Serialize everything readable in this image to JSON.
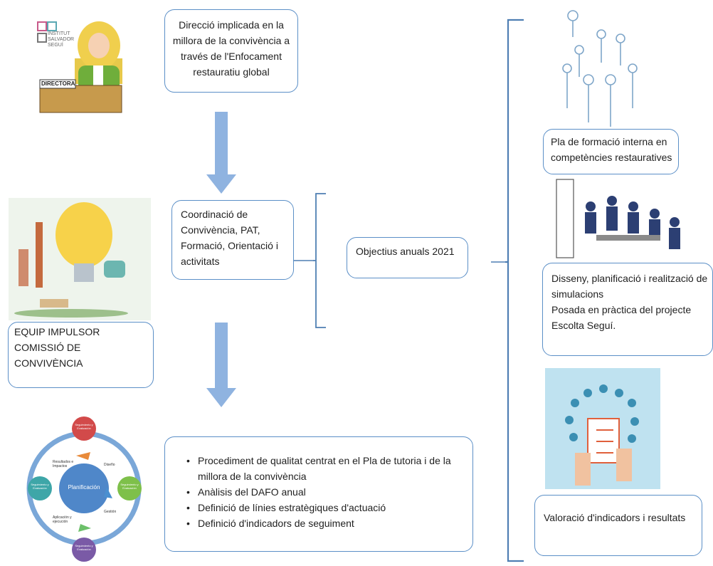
{
  "colors": {
    "box_border": "#5b8fc7",
    "arrow": "#8fb3e0",
    "brace": "#4f7fb3"
  },
  "logo": {
    "lines": [
      "INSTITUT",
      "SALVADOR",
      "SEGUÍ"
    ]
  },
  "director_sign": "DIRECTORA",
  "boxes": {
    "direccio": [
      "Direcció implicada en la",
      "millora de la convivència a",
      "través de l'Enfocament",
      "restauratiu global"
    ],
    "coordinacio": [
      "Coordinació de",
      "Convivència, PAT,",
      "Formació, Orientació i",
      "activitats"
    ],
    "equip": [
      "EQUIP IMPULSOR",
      "COMISSIÓ DE",
      "CONVIVÈNCIA"
    ],
    "objectius": "Objectius anuals 2021",
    "procediment": [
      "Procediment de qualitat centrat en el Pla de tutoria i de la millora de la convivència",
      "Anàlisis del DAFO anual",
      "Definició de línies estratègiques d'actuació",
      "Definició d'indicadors de seguiment"
    ],
    "formacio": [
      "Pla de formació interna en",
      "competències restauratives"
    ],
    "simulacions": [
      "Disseny, planificació i realització de",
      "simulacions",
      "Posada en pràctica del projecte",
      "Escolta Seguí."
    ],
    "valoracio": "Valoració d'indicadors i resultats"
  },
  "cycle": {
    "center": "Planificación",
    "nodes": [
      "Seguimiento y Evaluación",
      "Seguimiento y Evaluación",
      "Seguimiento y Evaluación",
      "Seguimiento y Evaluación"
    ],
    "labels": [
      "Resultados e Impactos",
      "Diseño",
      "Gestión",
      "Aplicación y ejecución"
    ]
  }
}
